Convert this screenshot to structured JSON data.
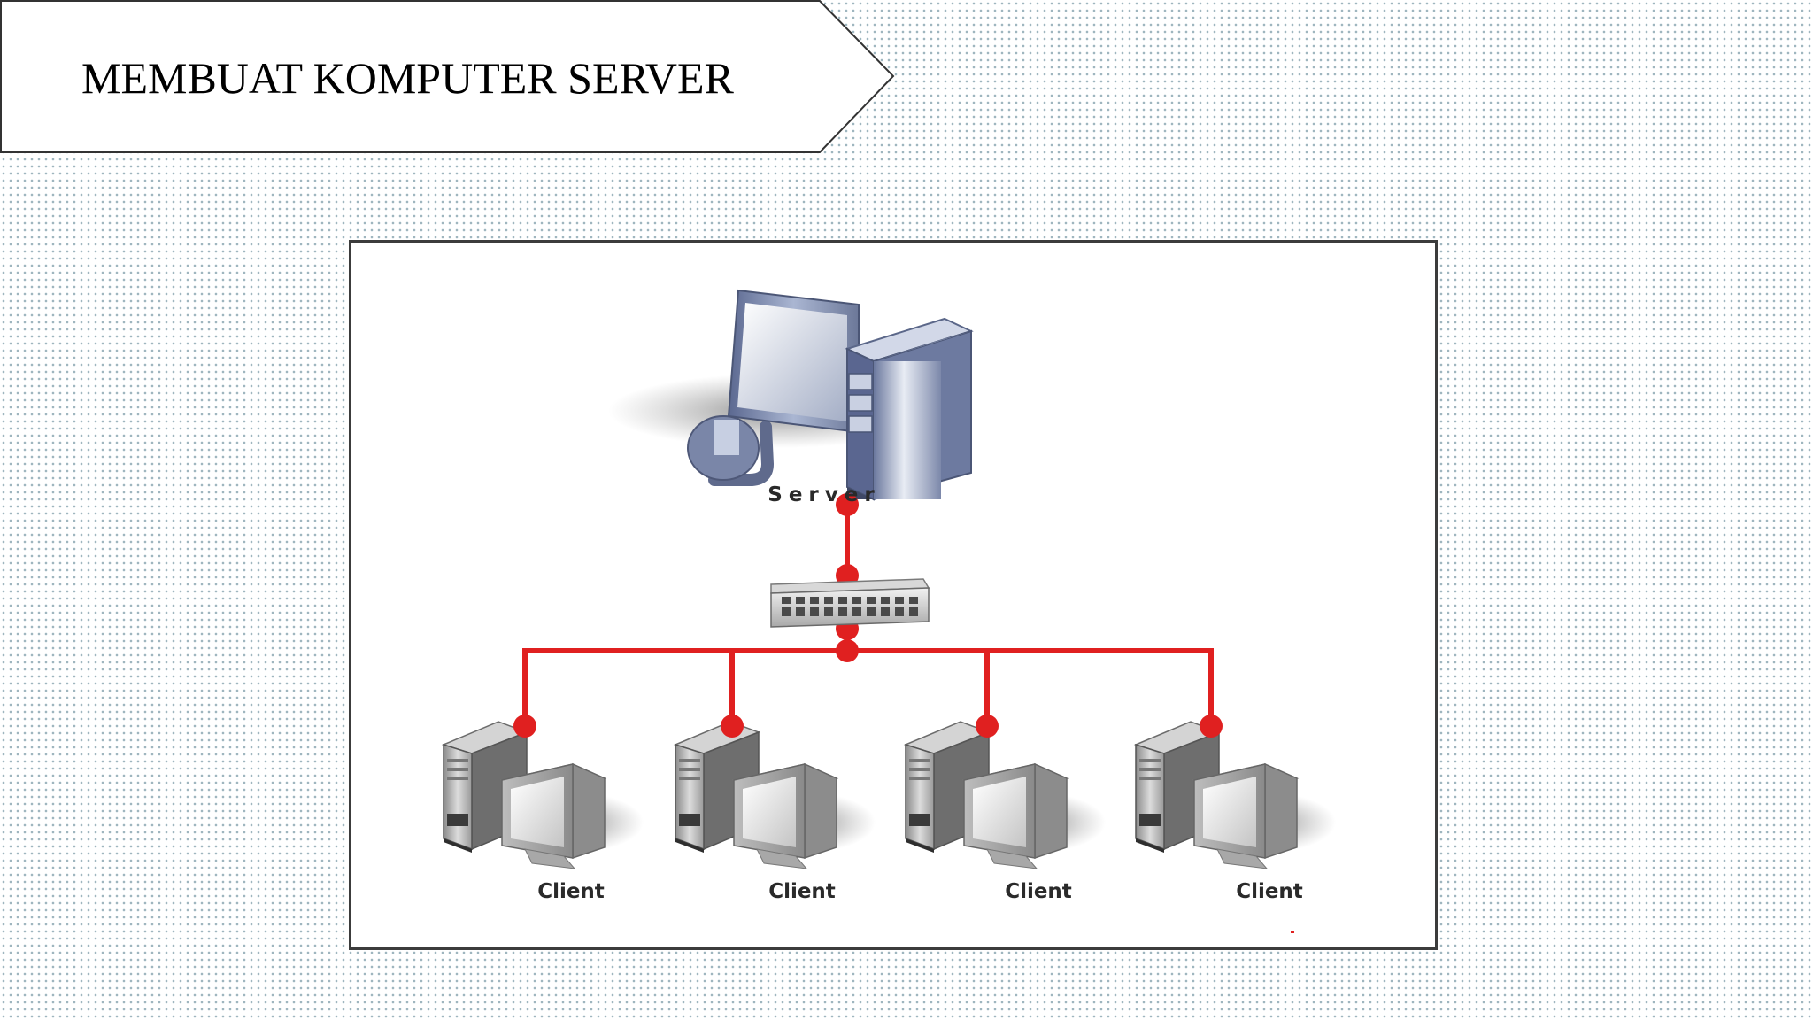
{
  "slide": {
    "title": "MEMBUAT KOMPUTER SERVER"
  },
  "diagram": {
    "server_label": "Server",
    "switch_icon": "network-switch-icon",
    "client_icon": "client-computer-icon",
    "server_icon": "server-computer-icon",
    "clients": [
      {
        "label": "Client"
      },
      {
        "label": "Client"
      },
      {
        "label": "Client"
      },
      {
        "label": "Client"
      }
    ]
  },
  "colors": {
    "connection_line": "#e02020",
    "frame_border": "#3c3c3c",
    "server_body": "#8d9ab8"
  }
}
